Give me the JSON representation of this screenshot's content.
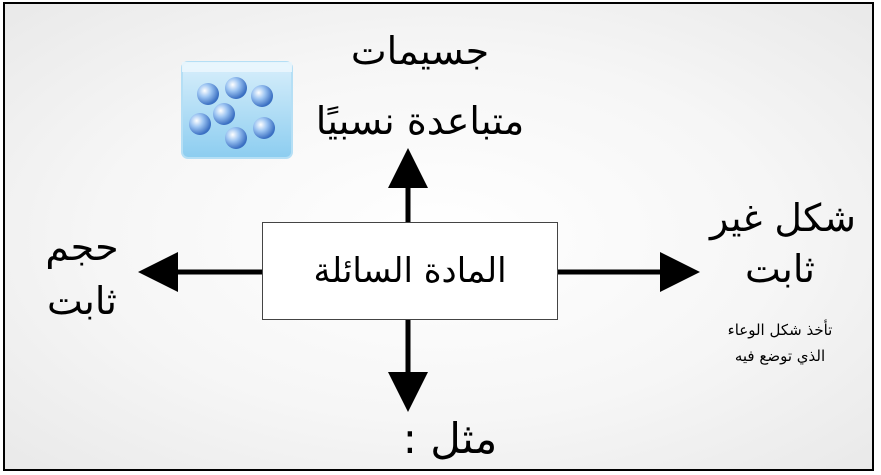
{
  "center": {
    "label": "المادة السائلة"
  },
  "top": {
    "line1": "جسيمات",
    "line2": "متباعدة نسبيًا",
    "image_icon": "liquid-particles-container-icon"
  },
  "right": {
    "line1": "شكل غير",
    "line2": "ثابت",
    "note1": "تأخذ شكل الوعاء",
    "note2": "الذي توضع فيه"
  },
  "left": {
    "line1": "حجم",
    "line2": "ثابت"
  },
  "bottom": {
    "label": "مثل :"
  },
  "colors": {
    "arrow": "#000000",
    "particle": "#5a8fd6",
    "container": "#9fd3f0"
  }
}
